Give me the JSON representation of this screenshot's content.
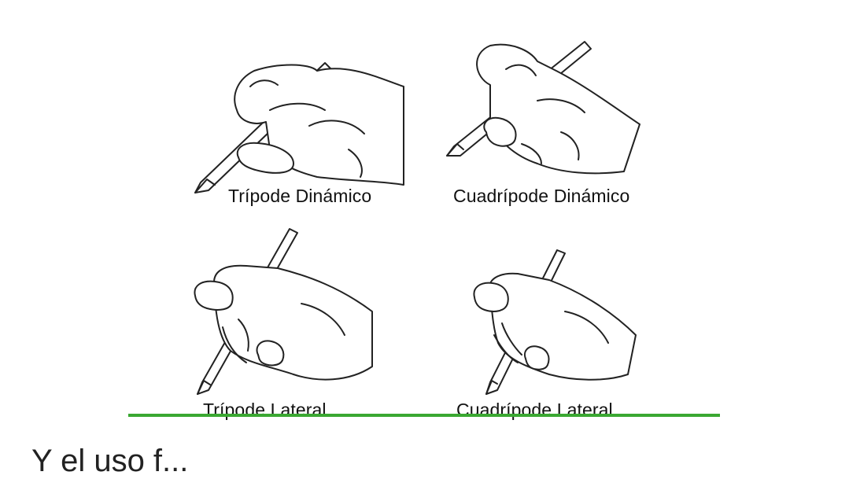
{
  "grips": [
    {
      "label": "Trípode Dinámico"
    },
    {
      "label": "Cuadrípode Dinámico"
    },
    {
      "label": "Trípode Lateral"
    },
    {
      "label": "Cuadrípode Lateral"
    }
  ],
  "caption_partial": "Y el uso f..."
}
